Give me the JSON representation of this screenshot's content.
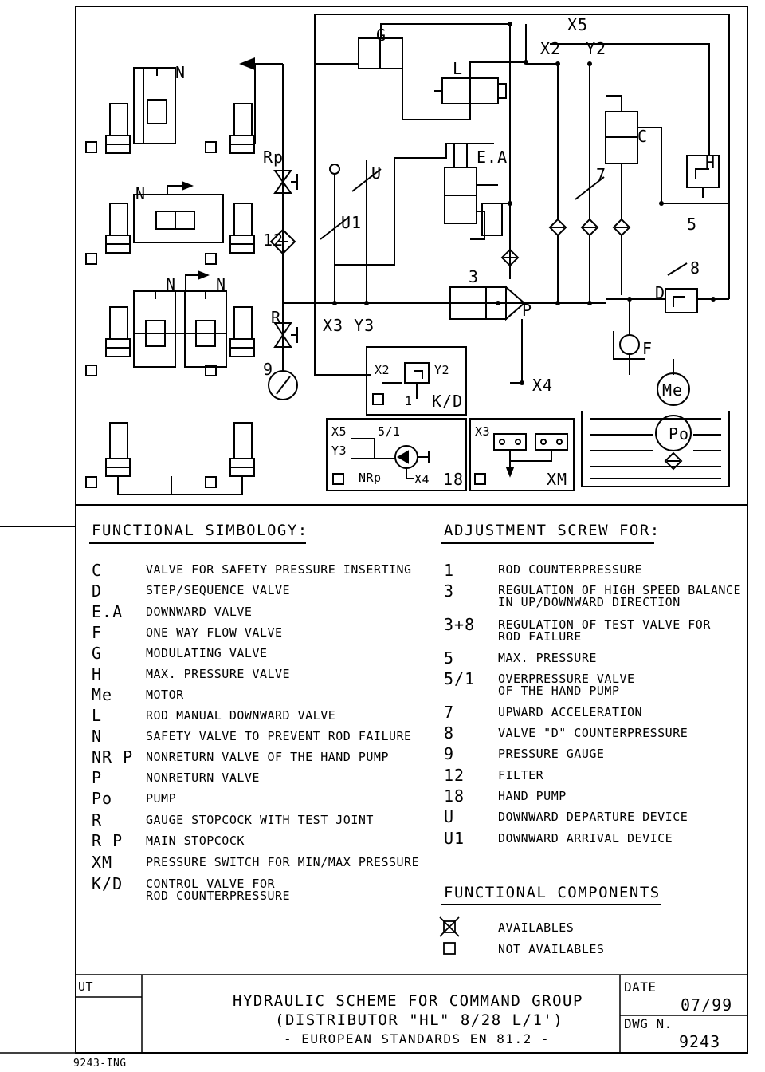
{
  "diagram": {
    "labels": {
      "N_top": "N",
      "N_mid": "N",
      "N_low_a": "N",
      "N_low_b": "N",
      "G": "G",
      "L": "L",
      "X5": "X5",
      "X2_top": "X2",
      "Y2_top": "Y2",
      "Rp": "Rp",
      "U": "U",
      "U1": "U1",
      "EA": "E.A",
      "C": "C",
      "H": "H",
      "n7": "7",
      "n5": "5",
      "n8": "8",
      "D": "D",
      "F": "F",
      "n12": "12",
      "n3": "3",
      "P": "P",
      "R": "R",
      "X3Y3": "X3 Y3",
      "n9": "9",
      "X2_kd": "X2",
      "Y2_kd": "Y2",
      "n1": "1",
      "KD": "K/D",
      "X4": "X4",
      "Me": "Me",
      "Po": "Po",
      "X5_b": "X5",
      "n5_1": "5/1",
      "Y3_b": "Y3",
      "NRp": "NRp",
      "X4_b": "X4",
      "n18": "18",
      "X3_b": "X3",
      "XM": "XM"
    }
  },
  "functional_simbology": {
    "heading": "FUNCTIONAL SIMBOLOGY:",
    "items": [
      {
        "code": "C",
        "desc": "VALVE FOR SAFETY PRESSURE INSERTING"
      },
      {
        "code": "D",
        "desc": "STEP/SEQUENCE VALVE"
      },
      {
        "code": "E.A",
        "desc": "DOWNWARD VALVE"
      },
      {
        "code": "F",
        "desc": "ONE WAY FLOW VALVE"
      },
      {
        "code": "G",
        "desc": "MODULATING VALVE"
      },
      {
        "code": "H",
        "desc": "MAX. PRESSURE VALVE"
      },
      {
        "code": "Me",
        "desc": "MOTOR"
      },
      {
        "code": "L",
        "desc": "ROD MANUAL DOWNWARD VALVE"
      },
      {
        "code": "N",
        "desc": "SAFETY VALVE TO PREVENT ROD FAILURE"
      },
      {
        "code": "NR P",
        "desc": "NONRETURN VALVE OF THE HAND PUMP"
      },
      {
        "code": "P",
        "desc": "NONRETURN VALVE"
      },
      {
        "code": "Po",
        "desc": "PUMP"
      },
      {
        "code": "R",
        "desc": "GAUGE STOPCOCK WITH TEST JOINT"
      },
      {
        "code": "R P",
        "desc": "MAIN STOPCOCK"
      },
      {
        "code": "XM",
        "desc": "PRESSURE SWITCH FOR MIN/MAX PRESSURE"
      },
      {
        "code": "K/D",
        "desc": "CONTROL VALVE FOR ROD COUNTERPRESSURE"
      }
    ]
  },
  "adjustment_screw": {
    "heading": "ADJUSTMENT SCREW FOR:",
    "items": [
      {
        "code": "1",
        "desc": "ROD COUNTERPRESSURE"
      },
      {
        "code": "3",
        "desc": "REGULATION OF HIGH SPEED BALANCE IN UP/DOWNWARD DIRECTION"
      },
      {
        "code": "3+8",
        "desc": "REGULATION OF TEST VALVE FOR ROD FAILURE"
      },
      {
        "code": "5",
        "desc": "MAX. PRESSURE"
      },
      {
        "code": "5/1",
        "desc": "OVERPRESSURE VALVE OF THE HAND PUMP"
      },
      {
        "code": "7",
        "desc": "UPWARD ACCELERATION"
      },
      {
        "code": "8",
        "desc": "VALVE \"D\" COUNTERPRESSURE"
      },
      {
        "code": "9",
        "desc": "PRESSURE GAUGE"
      },
      {
        "code": "12",
        "desc": "FILTER"
      },
      {
        "code": "18",
        "desc": "HAND PUMP"
      },
      {
        "code": "U",
        "desc": "DOWNWARD DEPARTURE DEVICE"
      },
      {
        "code": "U1",
        "desc": "DOWNWARD ARRIVAL DEVICE"
      }
    ]
  },
  "functional_components": {
    "heading": "FUNCTIONAL COMPONENTS",
    "available": "AVAILABLES",
    "not_available": "NOT AVAILABLES"
  },
  "title_block": {
    "ut": "UT",
    "line1": "HYDRAULIC SCHEME FOR COMMAND GROUP",
    "line2": "(DISTRIBUTOR \"HL\" 8/28 L/1')",
    "line3": "- EUROPEAN STANDARDS EN 81.2 -",
    "date_label": "DATE",
    "date_value": "07/99",
    "dwg_label": "DWG N.",
    "dwg_value": "9243",
    "footer_code": "9243-ING"
  }
}
